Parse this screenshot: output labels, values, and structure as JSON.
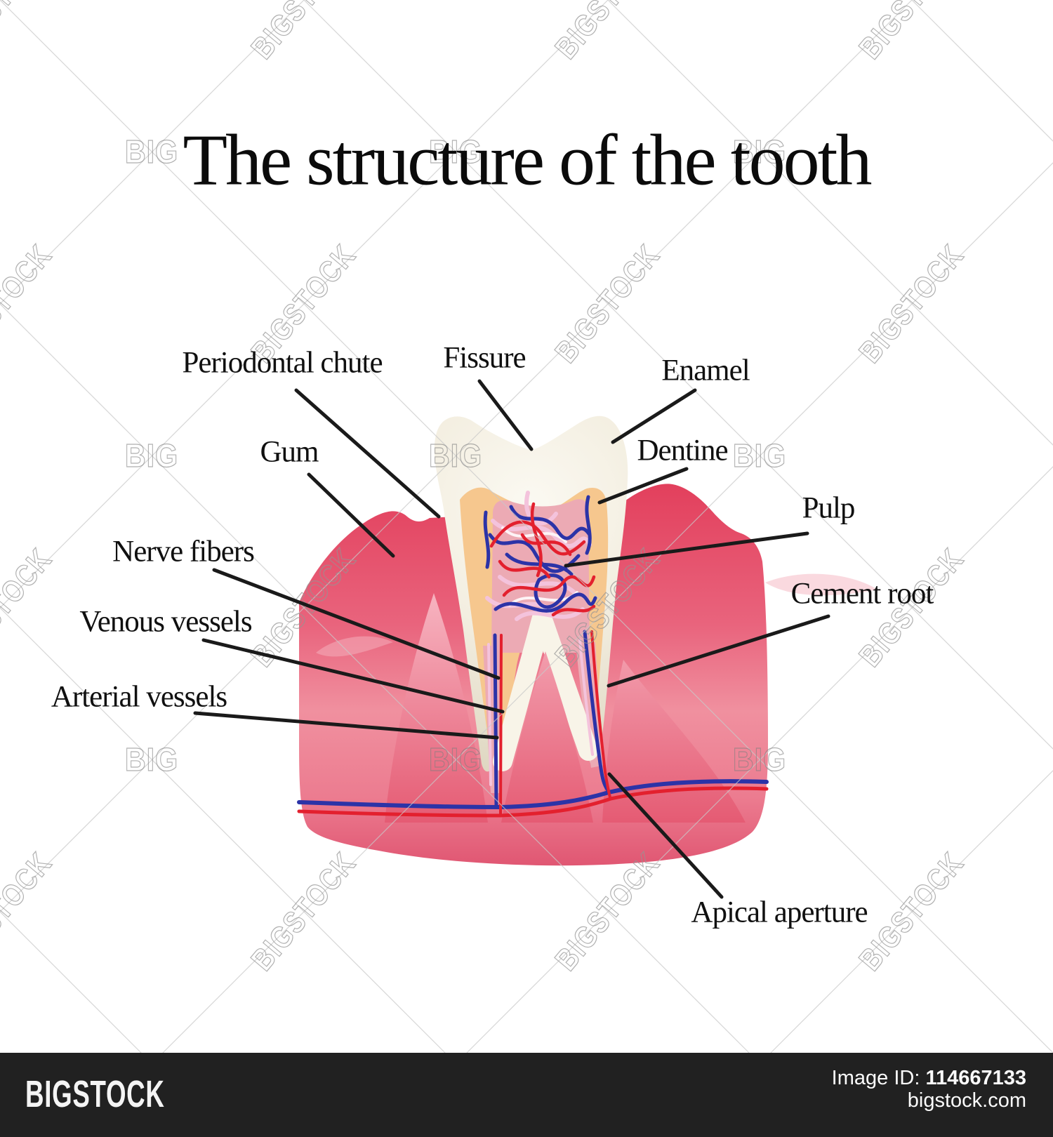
{
  "title": "The structure of the tooth",
  "labels": [
    {
      "name": "periodontal-chute",
      "text": "Periodontal chute"
    },
    {
      "name": "fissure",
      "text": "Fissure"
    },
    {
      "name": "enamel",
      "text": "Enamel"
    },
    {
      "name": "gum",
      "text": "Gum"
    },
    {
      "name": "dentine",
      "text": "Dentine"
    },
    {
      "name": "pulp",
      "text": "Pulp"
    },
    {
      "name": "nerve-fibers",
      "text": "Nerve fibers"
    },
    {
      "name": "cement-root",
      "text": "Cement root"
    },
    {
      "name": "venous-vessels",
      "text": "Venous vessels"
    },
    {
      "name": "arterial-vessels",
      "text": "Arterial vessels"
    },
    {
      "name": "apical-aperture",
      "text": "Apical aperture"
    }
  ],
  "watermark": {
    "brand": "BIGSTOCK",
    "short": "BIG"
  },
  "footer": {
    "logo": "BIGSTOCK",
    "image_id_label": "Image ID:",
    "image_id": "114667133",
    "site": "bigstock.com"
  },
  "colors": {
    "enamel_edge": "#ddd5bf",
    "enamel_light": "#faf7ee",
    "dentine": "#f6c78e",
    "pulp": "#ecaab4",
    "gum_dark": "#e23e5b",
    "gum_light": "#f0909f",
    "wedge_light": "#f2a0af",
    "vessel_red": "#e3202e",
    "vessel_blue": "#2c33a7",
    "vessel_pink": "#f4c3dc",
    "root_wall_white": "#f8f4e8",
    "leader_line": "#1a1a1a",
    "watermark_gray": "#c9c9c9",
    "footer_bg": "#212121"
  }
}
